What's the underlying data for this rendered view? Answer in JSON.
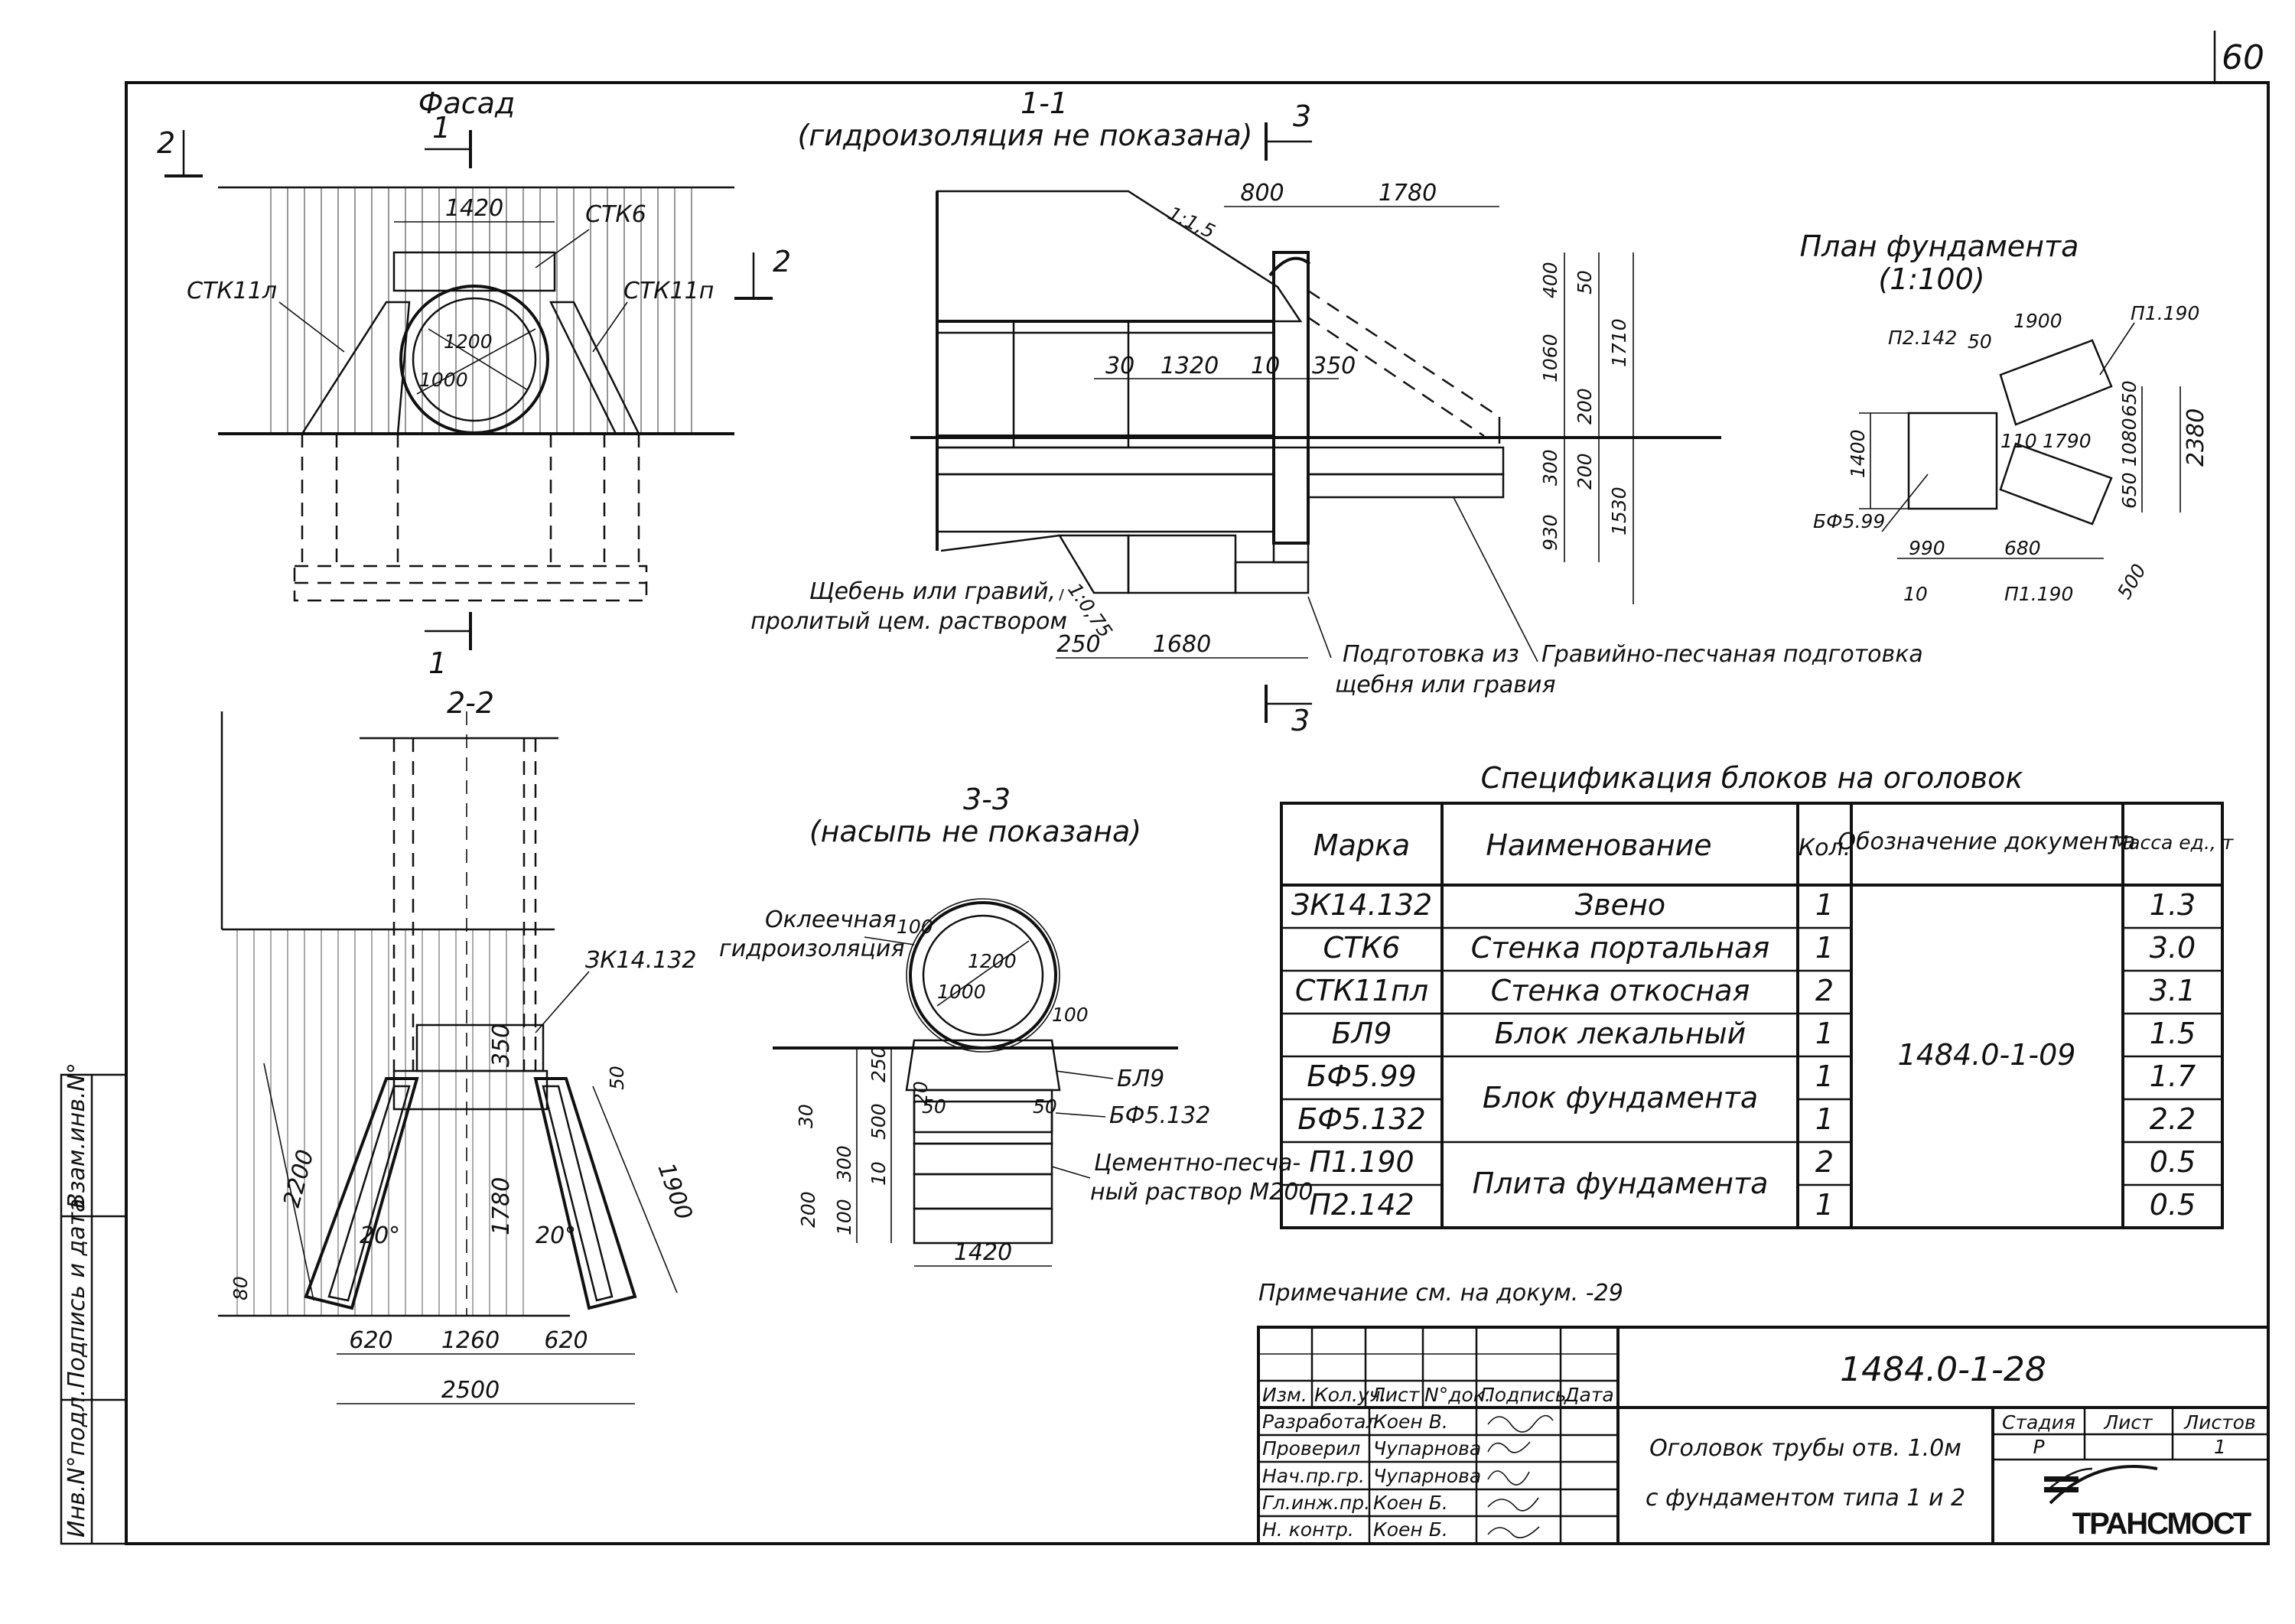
{
  "sheet": {
    "page_number": "60",
    "title_code": "1484.0-1-28",
    "title_line1": "Оголовок трубы отв. 1.0м",
    "title_line2": "с фундаментом типа 1 и 2",
    "note": "Примечание см. на докум. -29",
    "company": "ТРАНСМОСТ"
  },
  "views": {
    "facade": {
      "title": "Фасад",
      "labels": [
        "СТК6",
        "СТК11л",
        "СТК11п"
      ],
      "dims": [
        "1420",
        "1200",
        "1000"
      ],
      "cut_marks": [
        "1",
        "1",
        "2",
        "2"
      ]
    },
    "section11": {
      "title": "1-1",
      "subtitle": "(гидроизоляция не показана)",
      "cut_marks": [
        "3",
        "3"
      ],
      "dims_top": [
        "800",
        "1780",
        "1:1,5"
      ],
      "dims_mid": [
        "30",
        "1320",
        "10",
        "350"
      ],
      "dims_right": [
        "400",
        "50",
        "1060",
        "200",
        "1710",
        "300",
        "200",
        "930",
        "1530"
      ],
      "dims_bottom": [
        "250",
        "1680"
      ],
      "slope": "1:0,75",
      "leader1a": "Щебень или гравий,",
      "leader1b": "пролитый цем. раствором",
      "leader2a": "Подготовка из",
      "leader2b": "щебня или гравия",
      "leader3": "Гравийно-песчаная подготовка"
    },
    "plan": {
      "title": "План фундамента",
      "scale": "(1:100)",
      "labels": [
        "П2.142",
        "П1.190",
        "БФ5.99",
        "П1.190"
      ],
      "dims": [
        "50",
        "1900",
        "1400",
        "110",
        "1790",
        "650",
        "1080",
        "650",
        "2380",
        "990",
        "680",
        "10",
        "500"
      ]
    },
    "section22": {
      "title": "2-2",
      "label": "ЗК14.132",
      "dims": [
        "2200",
        "350",
        "50",
        "1780",
        "1900",
        "20°",
        "20°",
        "80",
        "620",
        "1260",
        "620",
        "2500"
      ]
    },
    "section33": {
      "title": "3-3",
      "subtitle": "(насыпь не показана)",
      "leader_a": "Оклеечная",
      "leader_b": "гидроизоляция",
      "labels": [
        "БЛ9",
        "БФ5.132",
        "Цементно-песча-",
        "ный раствор М200"
      ],
      "dims": [
        "100",
        "1200",
        "1000",
        "100",
        "250",
        "20",
        "500",
        "50",
        "50",
        "30",
        "300",
        "10",
        "200",
        "100",
        "1420"
      ]
    }
  },
  "spec": {
    "title": "Спецификация блоков на оголовок",
    "headers": [
      "Марка",
      "Наименование",
      "Кол.",
      "Обозначение документа",
      "Масса ед., т"
    ],
    "doc": "1484.0-1-09",
    "rows": [
      {
        "mark": "ЗК14.132",
        "qty": "1",
        "mass": "1.3"
      },
      {
        "mark": "СТК6",
        "qty": "1",
        "mass": "3.0"
      },
      {
        "mark": "СТК11пл",
        "qty": "2",
        "mass": "3.1"
      },
      {
        "mark": "БЛ9",
        "qty": "1",
        "mass": "1.5"
      },
      {
        "mark": "БФ5.99",
        "qty": "1",
        "mass": "1.7"
      },
      {
        "mark": "БФ5.132",
        "qty": "1",
        "mass": "2.2"
      },
      {
        "mark": "П1.190",
        "qty": "2",
        "mass": "0.5"
      },
      {
        "mark": "П2.142",
        "qty": "1",
        "mass": "0.5"
      }
    ],
    "names": [
      "Звено",
      "Стенка портальная",
      "Стенка откосная",
      "Блок лекальный",
      "Блок фундамента",
      "Плита фундамента"
    ]
  },
  "stamp": {
    "head": [
      "Изм.",
      "Кол.уч.",
      "Лист",
      "N°док.",
      "Подпись",
      "Дата"
    ],
    "roles": [
      "Разработал",
      "Проверил",
      "Нач.пр.гр.",
      "Гл.инж.пр.",
      "Н. контр."
    ],
    "names": [
      "Коен В.",
      "Чупарнова",
      "Чупарнова",
      "Коен Б.",
      "Коен Б."
    ],
    "stage_head": [
      "Стадия",
      "Лист",
      "Листов"
    ],
    "stage_vals": [
      "Р",
      "",
      "1"
    ]
  },
  "side_strip": [
    "Инв.N°подл.",
    "Подпись и дата",
    "Взам.инв.N°"
  ]
}
